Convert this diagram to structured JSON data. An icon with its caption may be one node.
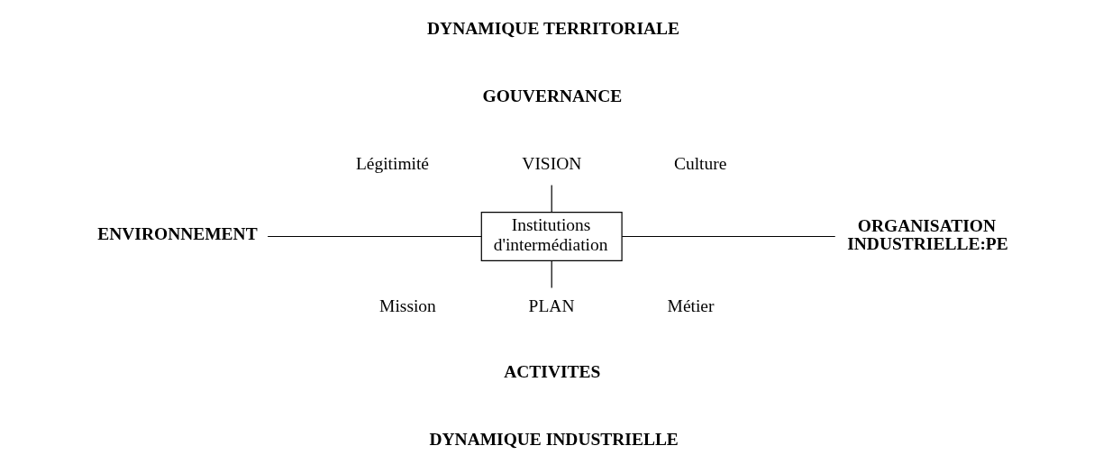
{
  "diagram": {
    "nodes": [
      {
        "text": [
          "VISION"
        ]
      },
      {
        "text": [
          "ENVIRONNEMENT"
        ]
      },
      {
        "text": [
          "Institutions d'intermédiation"
        ]
      },
      {
        "text": [
          "ORGANISATION INDUSTRIELLE:PE"
        ]
      },
      {
        "text": [
          "PLAN"
        ]
      }
    ],
    "edges": [
      {
        "from": 0,
        "to": 2,
        "arrow": "none"
      },
      {
        "from": 1,
        "to": 2,
        "arrow": "none"
      },
      {
        "from": 2,
        "to": 3,
        "arrow": "none"
      },
      {
        "from": 2,
        "to": 4,
        "arrow": "none"
      }
    ],
    "labels": [
      "DYNAMIQUE TERRITORIALE",
      "GOUVERNANCE",
      "Légitimité",
      "Culture",
      "Mission",
      "Métier",
      "ACTIVITES",
      "DYNAMIQUE INDUSTRIELLE"
    ]
  }
}
